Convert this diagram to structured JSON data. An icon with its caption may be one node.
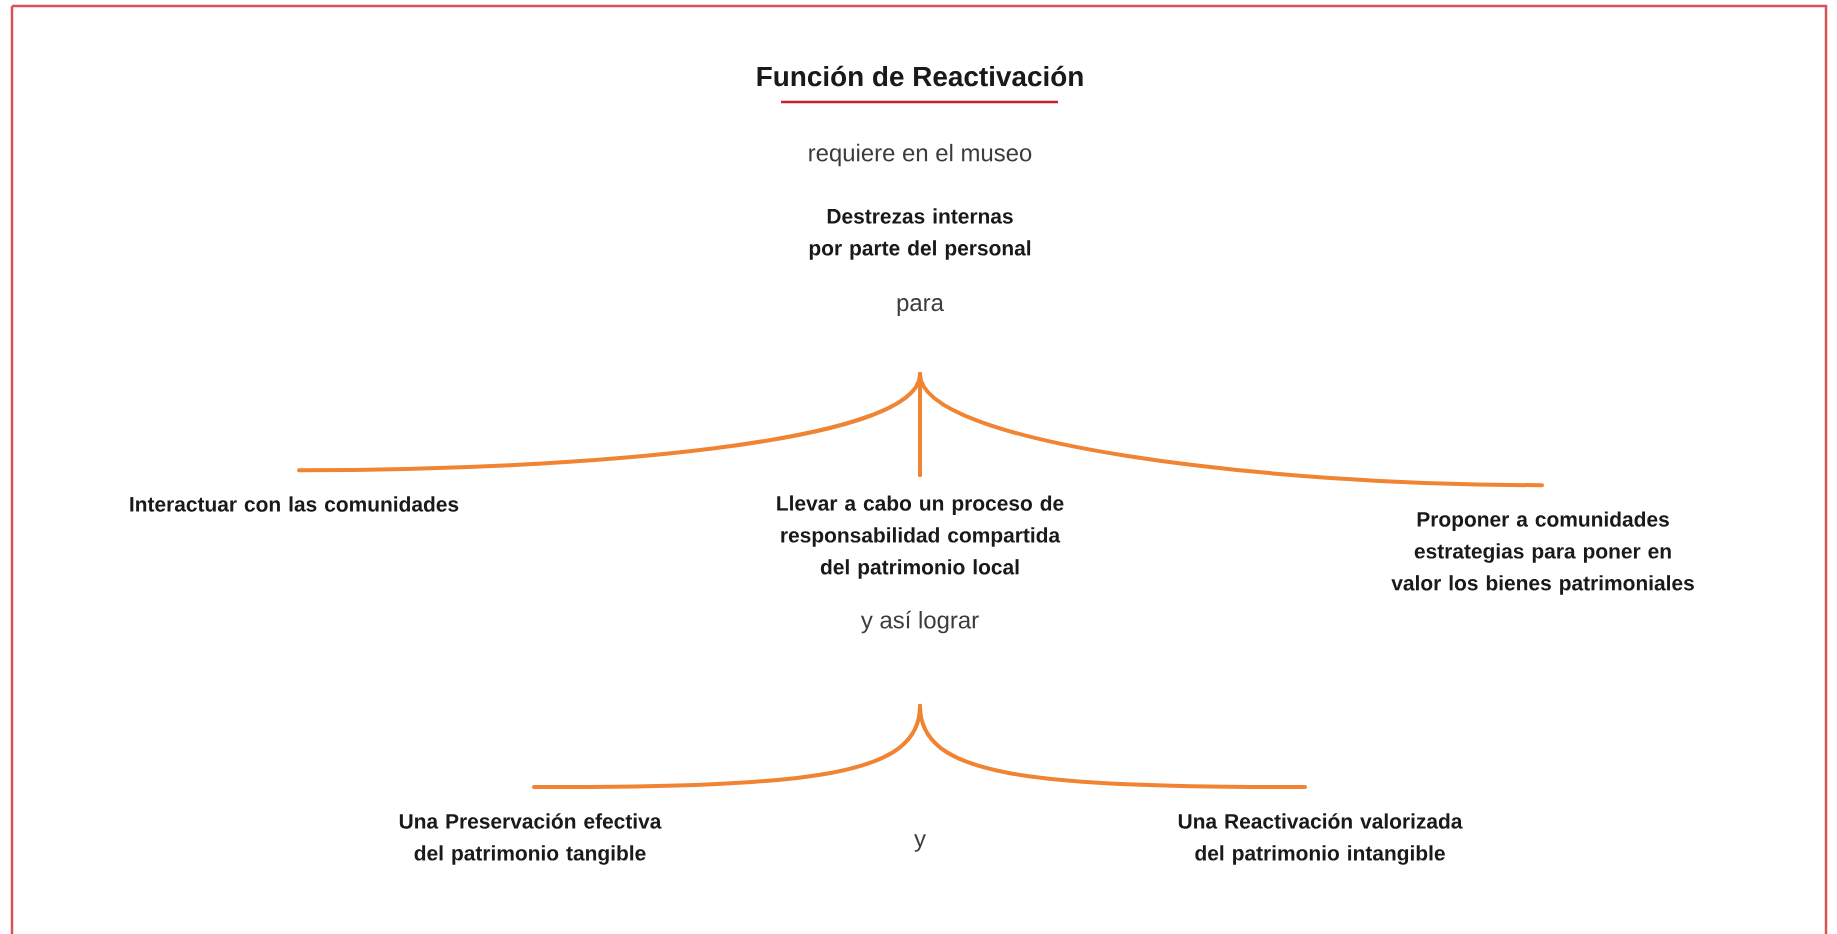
{
  "diagram": {
    "title": "Función de Reactivación",
    "nodes": [
      {
        "text": [
          "Destrezas internas por parte del personal"
        ]
      },
      {
        "text": [
          "Interactuar con las comunidades"
        ]
      },
      {
        "text": [
          "Llevar a cabo un proceso de responsabilidad compartida del patrimonio local"
        ]
      },
      {
        "text": [
          "Proponer a comunidades estrategias para poner en valor los bienes patrimoniales"
        ]
      },
      {
        "text": [
          "Una Preservación efectiva del patrimonio tangible"
        ]
      },
      {
        "text": [
          "Una Reactivación valorizada del patrimonio intangible"
        ]
      }
    ],
    "edges": [
      {
        "from": 0,
        "to": 1,
        "arrow": "none"
      },
      {
        "from": 0,
        "to": 2,
        "arrow": "none"
      },
      {
        "from": 0,
        "to": 3,
        "arrow": "none"
      },
      {
        "from": 2,
        "to": 4,
        "arrow": "none"
      },
      {
        "from": 2,
        "to": 5,
        "arrow": "none"
      }
    ],
    "labels": [
      "requiere en el museo",
      "para",
      "y así lograr",
      "y"
    ]
  }
}
